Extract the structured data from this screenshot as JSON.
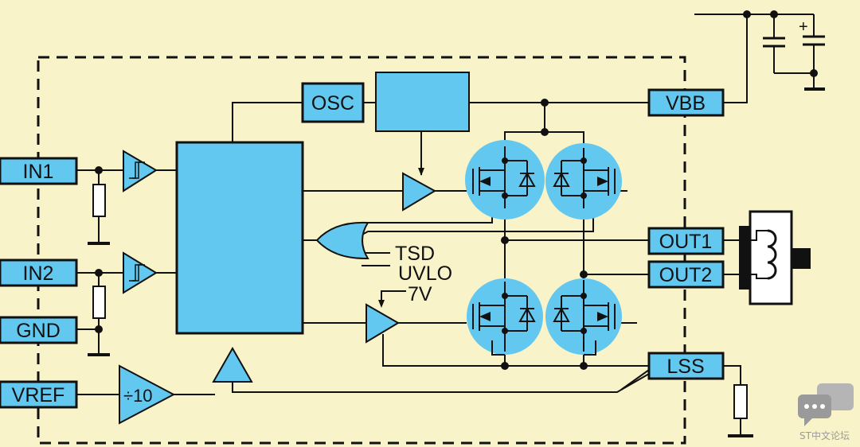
{
  "colors": {
    "background": "#f8f3c8",
    "block_fill": "#62c8f0",
    "mosfet_circle": "#62c8f0",
    "line": "#111111",
    "watermark": "#9a9a9a"
  },
  "pins": {
    "in1": "IN1",
    "in2": "IN2",
    "gnd": "GND",
    "vref": "VREF",
    "osc": "OSC",
    "vbb": "VBB",
    "out1": "OUT1",
    "out2": "OUT2",
    "lss": "LSS"
  },
  "labels": {
    "divider": "÷10",
    "tsd": "TSD",
    "uvlo": "UVLO",
    "reg_voltage": "7V",
    "cap_polarity": "+"
  },
  "watermark": {
    "text": "ST中文论坛",
    "icon": "chat-bubbles-icon"
  }
}
